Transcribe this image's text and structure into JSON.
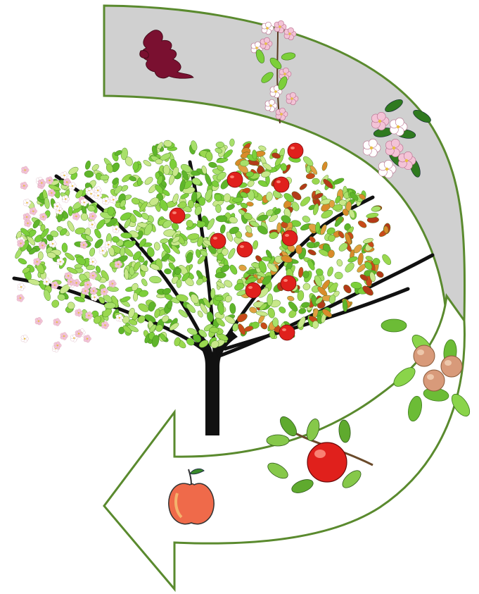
{
  "diagram": {
    "type": "cycle",
    "stages": [
      {
        "id": "bud",
        "icon": "dark-red-bud-icon"
      },
      {
        "id": "pink-blossom",
        "icon": "pink-blossom-sprig-icon"
      },
      {
        "id": "white-blossom",
        "icon": "white-blossom-cluster-icon"
      },
      {
        "id": "young-fruit",
        "icon": "young-fruit-icon"
      },
      {
        "id": "ripe-apple-on-branch",
        "icon": "ripe-apple-branch-icon"
      },
      {
        "id": "harvested-apple",
        "icon": "harvested-apple-icon"
      }
    ],
    "center": {
      "icon": "apple-tree-icon"
    }
  },
  "colors": {
    "arrow_stroke": "#5a8a2e",
    "arrow_top_fill": "#d0d0d0",
    "arrow_bottom_fill": "#ffffff",
    "trunk": "#111111",
    "canopy_green": "#7ccf3a",
    "canopy_light": "#a8e06a",
    "apple_red": "#e0201c",
    "blossom_pink": "#f3c3d6",
    "blossom_white": "#ffffff",
    "bud_dark": "#7a1030"
  }
}
